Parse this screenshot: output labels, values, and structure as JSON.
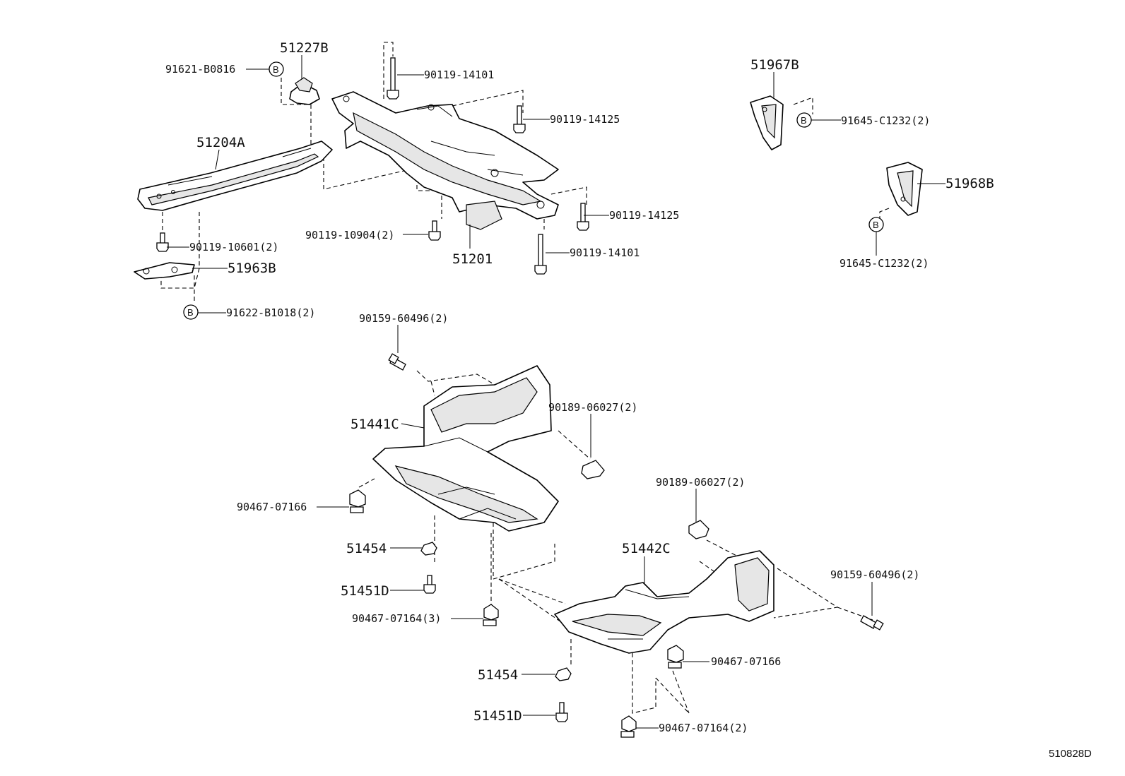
{
  "labels": {
    "p51227B": "51227B",
    "p91621": "91621-B0816",
    "p90119_14101_top": "90119-14101",
    "p90119_14125_top": "90119-14125",
    "p51967B": "51967B",
    "p91645_a": "91645-C1232(2)",
    "p51204A": "51204A",
    "p51968B": "51968B",
    "p90119_14125_mid": "90119-14125",
    "p90119_10904": "90119-10904(2)",
    "p90119_10601": "90119-10601(2)",
    "p51201": "51201",
    "p90119_14101_low": "90119-14101",
    "p91645_b": "91645-C1232(2)",
    "p51963B": "51963B",
    "p91622": "91622-B1018(2)",
    "p90159_a": "90159-60496(2)",
    "p90189_a": "90189-06027(2)",
    "p51441C": "51441C",
    "p90189_b": "90189-06027(2)",
    "p90467_07166_a": "90467-07166",
    "p51454_a": "51454",
    "p51442C": "51442C",
    "p90159_b": "90159-60496(2)",
    "p51451D_a": "51451D",
    "p90467_07164_3": "90467-07164(3)",
    "p90467_07166_b": "90467-07166",
    "p51454_b": "51454",
    "p51451D_b": "51451D",
    "p90467_07164_2": "90467-07164(2)"
  },
  "badge": "B",
  "ref_code": "510828D",
  "icons": [
    "bolt-icon",
    "clip-icon",
    "grommet-icon",
    "badge-b-icon"
  ]
}
